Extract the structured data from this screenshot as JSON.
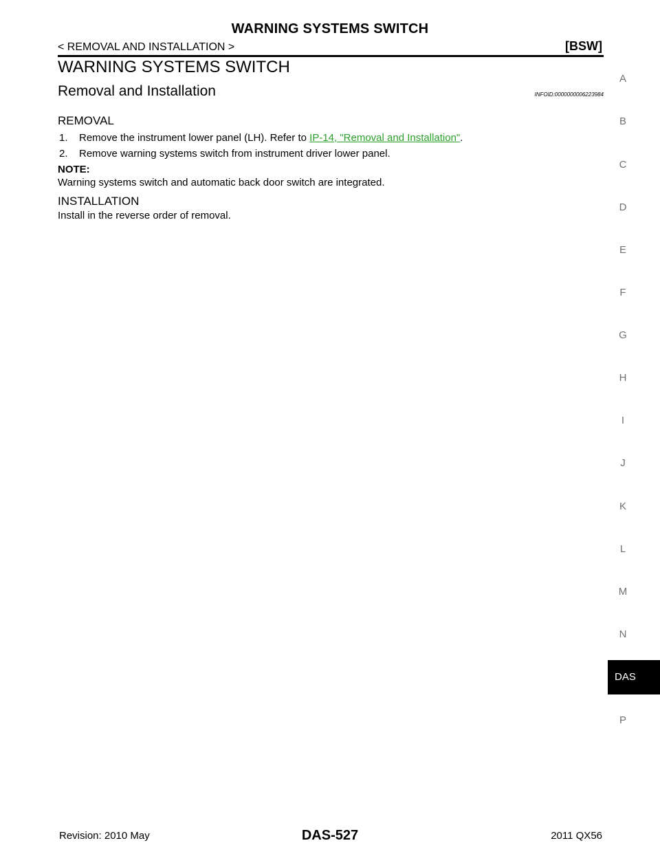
{
  "header": {
    "title": "WARNING SYSTEMS SWITCH",
    "breadcrumb": "< REMOVAL AND INSTALLATION >",
    "section_code": "[BSW]"
  },
  "main": {
    "page_title": "WARNING SYSTEMS SWITCH",
    "section_heading": "Removal and Installation",
    "info_id": "INFOID:0000000006223984",
    "removal": {
      "heading": "REMOVAL",
      "steps": [
        {
          "num": "1.",
          "text_before": "Remove the instrument lower panel (LH). Refer to ",
          "link": "IP-14, \"Removal and Installation\"",
          "text_after": "."
        },
        {
          "num": "2.",
          "text": "Remove warning systems switch from instrument driver lower panel."
        }
      ],
      "note_label": "NOTE:",
      "note_text": "Warning systems switch and automatic back door switch are integrated."
    },
    "installation": {
      "heading": "INSTALLATION",
      "text": "Install in the reverse order of removal."
    }
  },
  "side_index": {
    "letters": [
      "A",
      "B",
      "C",
      "D",
      "E",
      "F",
      "G",
      "H",
      "I",
      "J",
      "K",
      "L",
      "M",
      "N"
    ],
    "active_tab": "DAS",
    "last_letter": "P"
  },
  "footer": {
    "revision": "Revision: 2010 May",
    "page_number": "DAS-527",
    "model": "2011 QX56"
  },
  "colors": {
    "link": "#2ca02c",
    "side_letter": "#707070",
    "active_tab_bg": "#000000"
  }
}
